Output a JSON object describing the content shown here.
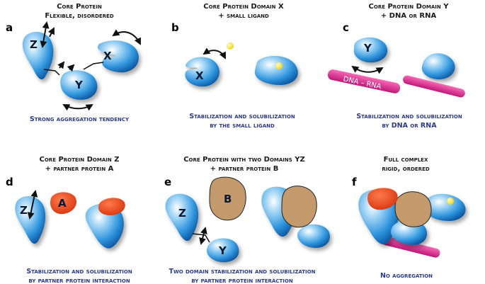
{
  "panels": {
    "a": {
      "letter": "a",
      "title1": "Core Protein",
      "title2": "Flexible, disordered",
      "caption1": "Strong aggregation tendency",
      "domains": [
        "Z",
        "X",
        "Y"
      ]
    },
    "b": {
      "letter": "b",
      "title1": "Core Protein Domain X",
      "title2": "+ small ligand",
      "caption1": "Stabilization and solubilization",
      "caption2": "by the small ligand",
      "domain": "X"
    },
    "c": {
      "letter": "c",
      "title1": "Core Protein Domain Y",
      "title2": "+ DNA or RNA",
      "caption1": "Stabilization and solubilization",
      "caption2": "by DNA or RNA",
      "domain": "Y",
      "nucleic_label": "DNA – RNA"
    },
    "d": {
      "letter": "d",
      "title1": "Core Protein Domain Z",
      "title2": "+ partner protein A",
      "caption1": "Stabilization and solubilization",
      "caption2": "by partner protein interaction",
      "domain": "Z",
      "partner": "A"
    },
    "e": {
      "letter": "e",
      "title1": "Core Protein with two Domains YZ",
      "title2": "+ partner protein B",
      "caption1": "Two domain stabilization and solubilization",
      "caption2": "by partner protein interaction",
      "domains": [
        "Z",
        "Y"
      ],
      "partner": "B"
    },
    "f": {
      "letter": "f",
      "title1": "Full complex",
      "title2": "rigid, ordered",
      "caption1": "No aggregation"
    }
  },
  "colors": {
    "protein": "#3a9ee0",
    "ligand": "#f2e21a",
    "nucleic": "#e0308f",
    "partner_a": "#e5471e",
    "partner_b": "#c49a6c",
    "caption": "#2b3a8c"
  }
}
